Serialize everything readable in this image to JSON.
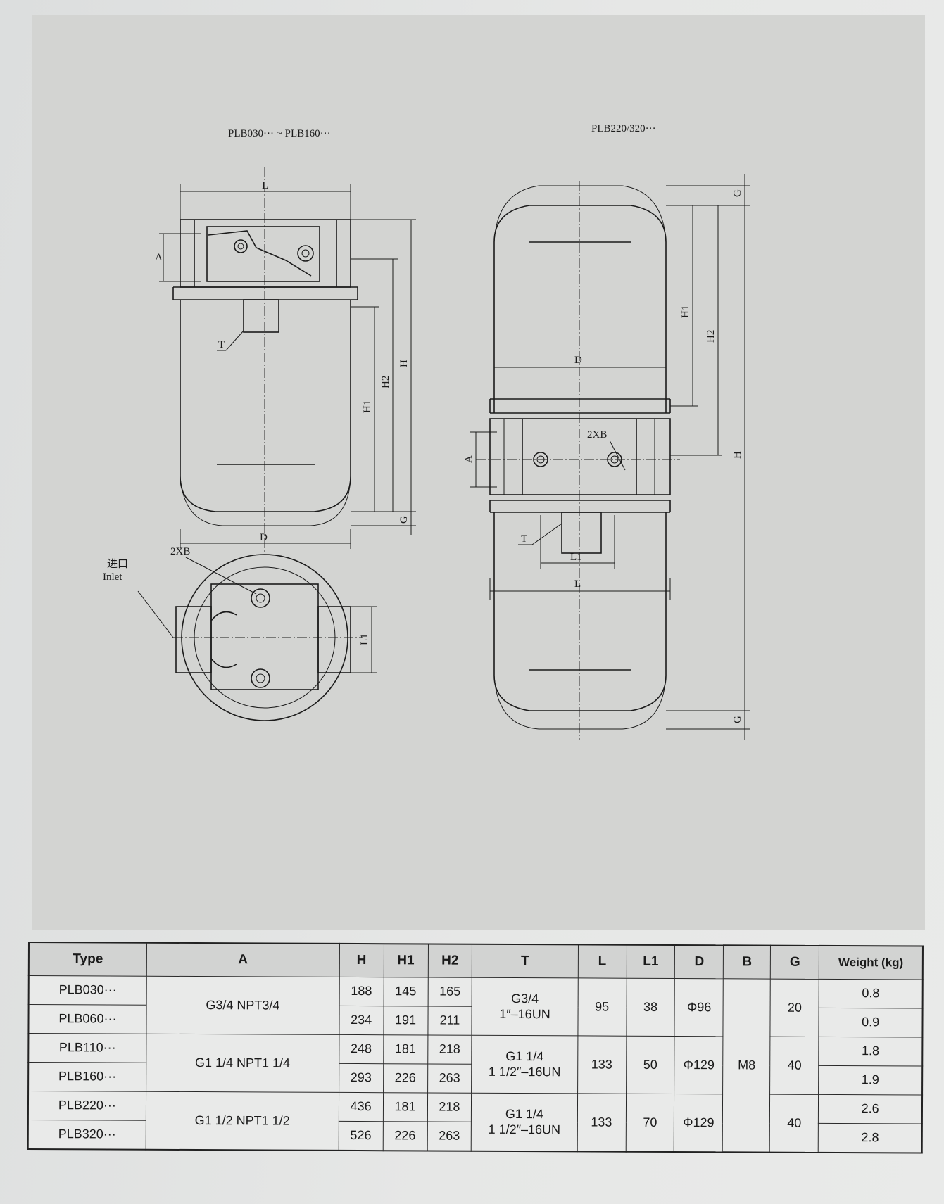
{
  "drawing": {
    "title_left": "PLB030··· ~ PLB160···",
    "title_right": "PLB220/320···",
    "labels": {
      "L": "L",
      "A": "A",
      "T": "T",
      "H": "H",
      "H1": "H1",
      "H2": "H2",
      "G": "G",
      "D": "D",
      "L1": "L1",
      "two_xb": "2XB",
      "inlet_cn": "进口",
      "inlet_en": "Inlet"
    }
  },
  "table": {
    "headers": {
      "type": "Type",
      "a": "A",
      "h": "H",
      "h1": "H1",
      "h2": "H2",
      "t": "T",
      "l": "L",
      "l1": "L1",
      "d": "D",
      "b": "B",
      "g": "G",
      "weight": "Weight (kg)"
    },
    "rows": [
      {
        "type": "PLB030···",
        "h": "188",
        "h1": "145",
        "h2": "165",
        "weight": "0.8"
      },
      {
        "type": "PLB060···",
        "h": "234",
        "h1": "191",
        "h2": "211",
        "weight": "0.9"
      },
      {
        "type": "PLB110···",
        "h": "248",
        "h1": "181",
        "h2": "218",
        "weight": "1.8"
      },
      {
        "type": "PLB160···",
        "h": "293",
        "h1": "226",
        "h2": "263",
        "weight": "1.9"
      },
      {
        "type": "PLB220···",
        "h": "436",
        "h1": "181",
        "h2": "218",
        "weight": "2.6"
      },
      {
        "type": "PLB320···",
        "h": "526",
        "h1": "226",
        "h2": "263",
        "weight": "2.8"
      }
    ],
    "groups": [
      {
        "a": "G3/4   NPT3/4",
        "t_line1": "G3/4",
        "t_line2": "1″–16UN",
        "l": "95",
        "l1": "38",
        "d": "Φ96",
        "g": "20"
      },
      {
        "a": "G1 1/4   NPT1 1/4",
        "t_line1": "G1 1/4",
        "t_line2": "1 1/2″–16UN",
        "l": "133",
        "l1": "50",
        "d": "Φ129",
        "g": "40"
      },
      {
        "a": "G1 1/2   NPT1 1/2",
        "t_line1": "G1 1/4",
        "t_line2": "1 1/2″–16UN",
        "l": "133",
        "l1": "70",
        "d": "Φ129",
        "g": "40"
      }
    ],
    "b_value": "M8"
  }
}
